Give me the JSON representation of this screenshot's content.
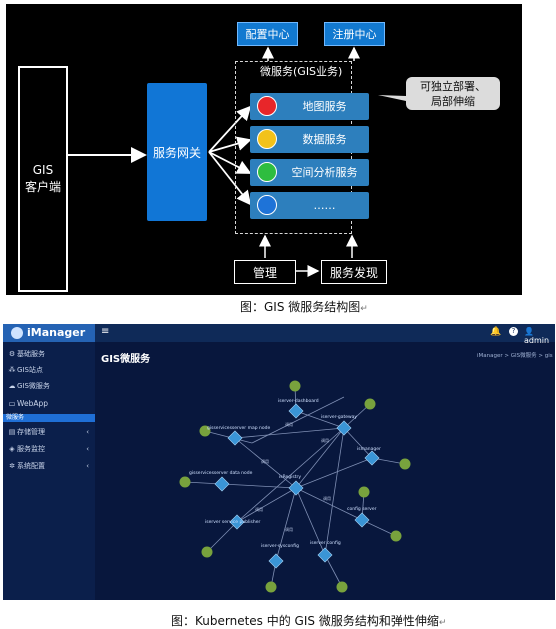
{
  "figure1": {
    "client_line1": "GIS",
    "client_line2": "客户端",
    "gateway": "服务网关",
    "config_center": "配置中心",
    "registry_center": "注册中心",
    "group_title": "微服务(GIS业务)",
    "services": [
      {
        "label": "地图服务",
        "color": "#e8262a"
      },
      {
        "label": "数据服务",
        "color": "#f2c21a"
      },
      {
        "label": "空间分析服务",
        "color": "#2ebd3f"
      },
      {
        "label": "……",
        "color": "#1e73d8"
      }
    ],
    "callout_line1": "可独立部署、",
    "callout_line2": "局部伸缩",
    "management": "管理",
    "discovery": "服务发现",
    "caption": "图：GIS 微服务结构图"
  },
  "figure2": {
    "brand": "iManager",
    "menu_icon": "menu-icon",
    "user": "admin",
    "sidebar": [
      {
        "label": "基础服务",
        "icon": "gear-icon"
      },
      {
        "label": "GIS站点",
        "icon": "sites-icon"
      },
      {
        "label": "GIS微服务",
        "icon": "cloud-icon"
      },
      {
        "label": "WebApp",
        "icon": "window-icon"
      },
      {
        "label": "微服务",
        "icon": ""
      },
      {
        "label": "存储管理",
        "icon": "storage-icon"
      },
      {
        "label": "服务监控",
        "icon": "monitor-icon"
      },
      {
        "label": "系统配置",
        "icon": "settings-icon"
      }
    ],
    "page_title": "GIS微服务",
    "breadcrumb": "iManager > GIS微服务 > gis",
    "nodes": [
      {
        "label": "iserver-dashboard"
      },
      {
        "label": "iserver-gateway"
      },
      {
        "label": "gisservicesserver map node"
      },
      {
        "label": "ismanager"
      },
      {
        "label": "gisservicesserver data node"
      },
      {
        "label": "isRegistry"
      },
      {
        "label": "config server"
      },
      {
        "label": "iserver service publisher"
      },
      {
        "label": "iserver-sysconfig"
      },
      {
        "label": "iserver config"
      }
    ],
    "edge_label": "调用",
    "caption": "图：Kubernetes 中的 GIS 微服务结构和弹性伸缩"
  }
}
